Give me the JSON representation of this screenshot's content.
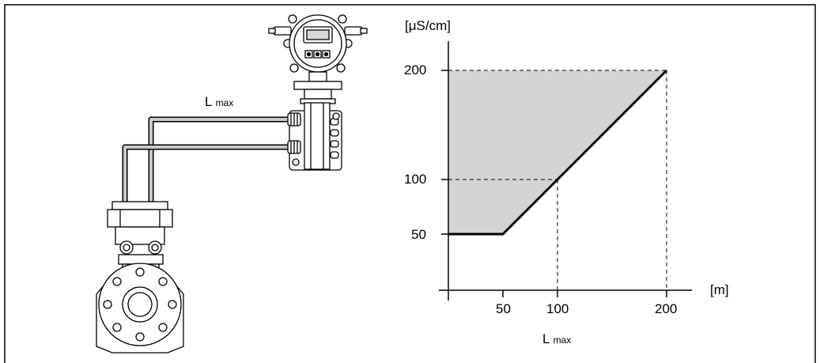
{
  "device": {
    "cable_label": "L",
    "cable_label_sub": "max"
  },
  "chart_data": {
    "type": "area",
    "ylabel": "[μS/cm]",
    "xlabel_unit": "[m]",
    "x_title": "L",
    "x_title_sub": "max",
    "xticks": [
      "50",
      "100",
      "200"
    ],
    "yticks": [
      "50",
      "100",
      "200"
    ],
    "boundary": {
      "x": [
        0,
        50,
        100,
        200
      ],
      "y": [
        50,
        50,
        100,
        200
      ]
    },
    "shaded_region": "above boundary",
    "reference_lines": [
      {
        "x": 100,
        "y": 100
      },
      {
        "x": 200,
        "y": 200
      }
    ],
    "grid": false
  }
}
